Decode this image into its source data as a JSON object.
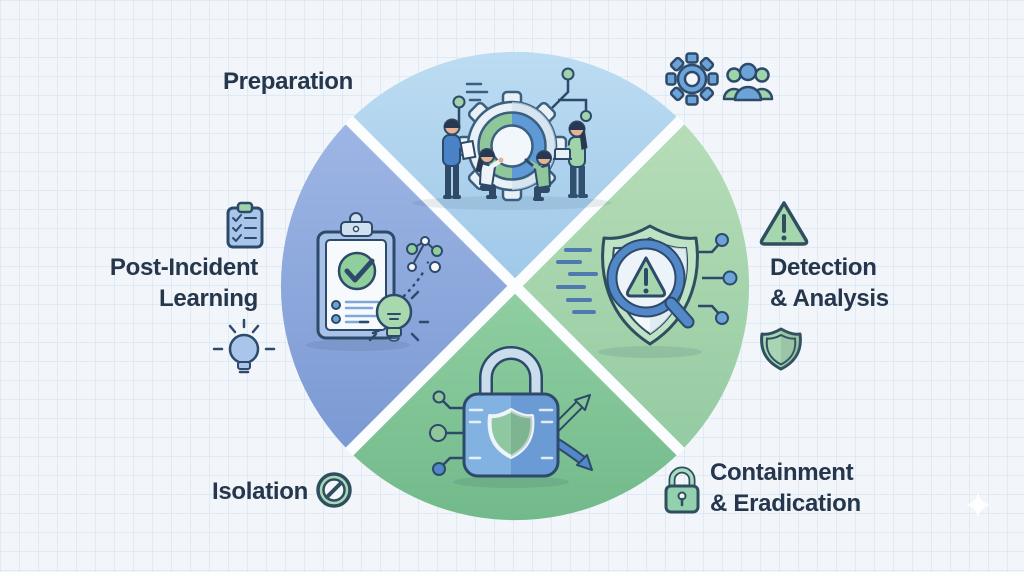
{
  "diagram": {
    "type": "cycle-quadrant-infographic",
    "phases": {
      "preparation": {
        "label": "Preparation"
      },
      "detection": {
        "line1": "Detection",
        "line2": "& Analysis"
      },
      "containment": {
        "line1": "Containment",
        "line2": "& Eradication"
      },
      "isolation": {
        "label": "Isolation"
      },
      "post_incident": {
        "line1": "Post-Incident",
        "line2": "Learning"
      }
    },
    "quadrant_illustrations": {
      "top": "team-building-gear",
      "right": "shield-magnifier-alert",
      "bottom": "padlock-shield-arrows",
      "left": "clipboard-checklist-lightbulb"
    },
    "decor_icons": {
      "top_right": [
        "gear-icon",
        "team-icon"
      ],
      "detection_side": [
        "warning-triangle-icon",
        "shield-icon"
      ],
      "containment_side": [
        "padlock-icon"
      ],
      "isolation_side": [
        "no-entry-icon"
      ],
      "post_incident_side": [
        "clipboard-checklist-icon",
        "lightbulb-icon"
      ]
    },
    "colors": {
      "background": "#f2f6fa",
      "grid_line": "#dbe7f1",
      "text": "#25364d",
      "outline": "#2e4a6b",
      "quadrant_top": "#aed3ec",
      "quadrant_left": "#8aa7db",
      "quadrant_right": "#a8d4ab",
      "quadrant_bottom": "#83c697",
      "divider": "#fbfdfe",
      "icon_blue": "#6ca4d8",
      "icon_green": "#a3d6ae"
    }
  }
}
